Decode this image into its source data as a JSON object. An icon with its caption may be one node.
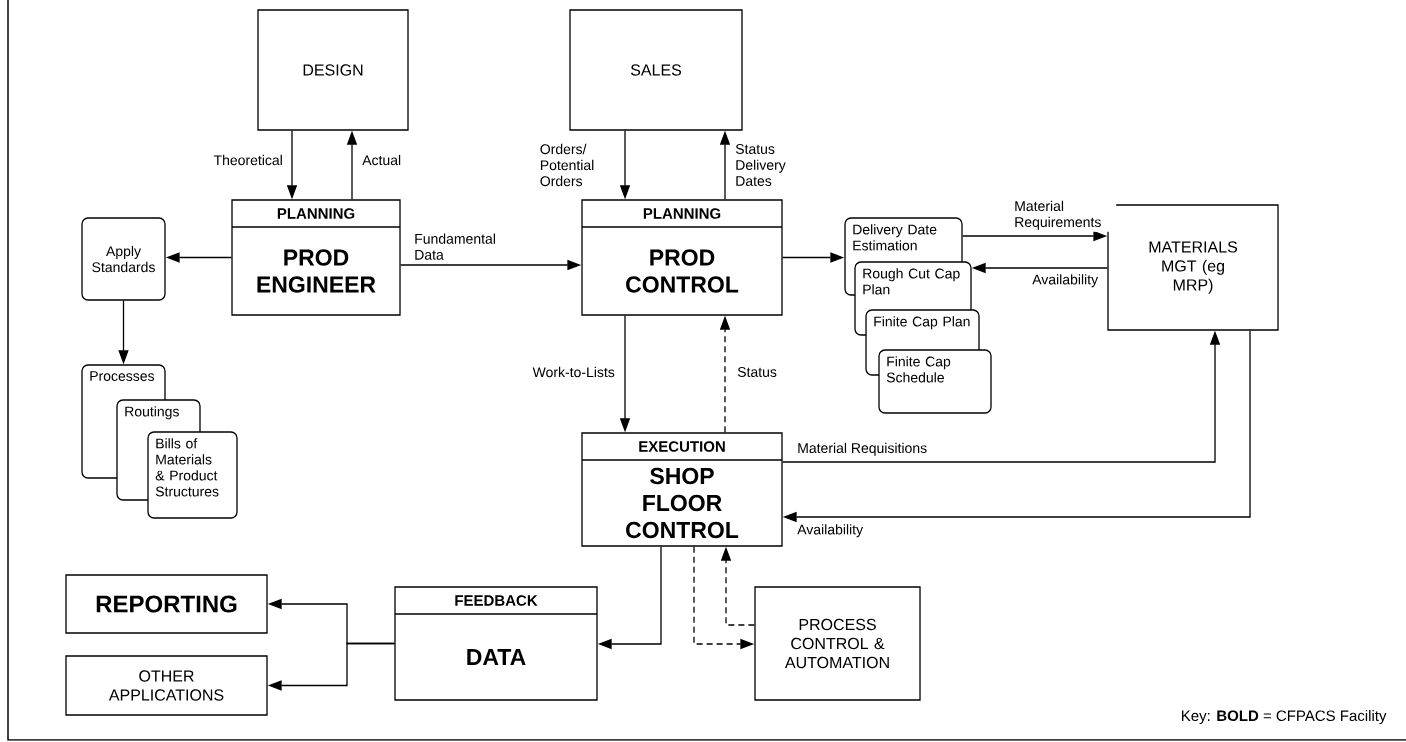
{
  "diagram": {
    "nodes": [
      {
        "text": [
          "DESIGN"
        ]
      },
      {
        "text": [
          "SALES"
        ]
      },
      {
        "text": [
          "PLANNING",
          "PROD ENGINEER"
        ]
      },
      {
        "text": [
          "PLANNING",
          "PROD CONTROL"
        ]
      },
      {
        "text": [
          "Apply Standards"
        ]
      },
      {
        "text": [
          "Processes"
        ]
      },
      {
        "text": [
          "Routings"
        ]
      },
      {
        "text": [
          "Bills of Materials & Product Structures"
        ]
      },
      {
        "text": [
          "Delivery Date Estimation"
        ]
      },
      {
        "text": [
          "Rough Cut Cap Plan"
        ]
      },
      {
        "text": [
          "Finite Cap Plan"
        ]
      },
      {
        "text": [
          "Finite Cap Schedule"
        ]
      },
      {
        "text": [
          "MATERIALS MGT (eg MRP)"
        ]
      },
      {
        "text": [
          "EXECUTION",
          "SHOP FLOOR CONTROL"
        ]
      },
      {
        "text": [
          "FEEDBACK",
          "DATA"
        ]
      },
      {
        "text": [
          "PROCESS CONTROL & AUTOMATION"
        ]
      },
      {
        "text": [
          "REPORTING"
        ]
      },
      {
        "text": [
          "OTHER APPLICATIONS"
        ]
      }
    ],
    "edges": [
      {
        "from": 0,
        "to": 2,
        "arrow": "to",
        "label": "Theoretical"
      },
      {
        "from": 2,
        "to": 0,
        "arrow": "to",
        "label": "Actual"
      },
      {
        "from": 1,
        "to": 3,
        "arrow": "to",
        "label": "Orders/ Potential Orders"
      },
      {
        "from": 3,
        "to": 1,
        "arrow": "to",
        "label": "Status Delivery Dates"
      },
      {
        "from": 2,
        "to": 4,
        "arrow": "to"
      },
      {
        "from": 4,
        "to": 5,
        "arrow": "to"
      },
      {
        "from": 2,
        "to": 3,
        "arrow": "to",
        "label": "Fundamental Data"
      },
      {
        "from": 3,
        "to": 8,
        "arrow": "to"
      },
      {
        "from": 8,
        "to": 12,
        "arrow": "to",
        "label": "Material Requirements"
      },
      {
        "from": 12,
        "to": 9,
        "arrow": "to",
        "label": "Availability"
      },
      {
        "from": 3,
        "to": 13,
        "arrow": "to",
        "label": "Work-to-Lists"
      },
      {
        "from": 13,
        "to": 3,
        "arrow": "to",
        "label": "Status",
        "style": "dashed"
      },
      {
        "from": 13,
        "to": 12,
        "arrow": "to",
        "label": "Material Requisitions"
      },
      {
        "from": 12,
        "to": 13,
        "arrow": "to",
        "label": "Availability"
      },
      {
        "from": 13,
        "to": 14,
        "arrow": "to"
      },
      {
        "from": 13,
        "to": 15,
        "arrow": "to",
        "style": "dashed"
      },
      {
        "from": 15,
        "to": 13,
        "arrow": "to",
        "style": "dashed"
      },
      {
        "from": 14,
        "to": 16,
        "arrow": "to"
      },
      {
        "from": 14,
        "to": 17,
        "arrow": "to"
      }
    ],
    "labels": [
      "Key: **BOLD** = CFPACS Facility"
    ]
  }
}
